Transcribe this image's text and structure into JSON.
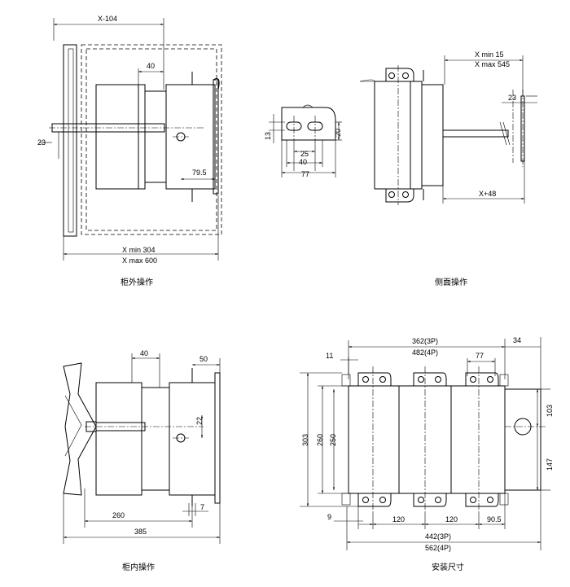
{
  "views": {
    "outside": {
      "caption": "柜外操作",
      "dims": {
        "top": "X-104",
        "d40": "40",
        "d23": "23",
        "d79": "79.5",
        "xmin": "X  min 304",
        "xmax": "X  max 600"
      }
    },
    "bracket": {
      "dims": {
        "d13": "13",
        "d20": "20",
        "d25": "25",
        "d40": "40",
        "d77": "77"
      }
    },
    "side": {
      "caption": "侧面操作",
      "dims": {
        "xmin": "X  min 15",
        "xmax": "X  max 545",
        "d23": "23",
        "x48": "X+48"
      }
    },
    "inside": {
      "caption": "柜内操作",
      "dims": {
        "d40": "40",
        "d50": "50",
        "d22": "22",
        "d7": "7",
        "d260": "260",
        "d385": "385"
      }
    },
    "install": {
      "caption": "安装尺寸",
      "dims": {
        "w3p": "362(3P)",
        "w4p": "482(4P)",
        "d34": "34",
        "d11": "11",
        "d77": "77",
        "h303": "303",
        "h260": "260",
        "h250": "250",
        "h103": "103",
        "h147": "147",
        "d9": "9",
        "p120a": "120",
        "p120b": "120",
        "p905": "90.5",
        "b3p": "442(3P)",
        "b4p": "562(4P)"
      }
    }
  }
}
